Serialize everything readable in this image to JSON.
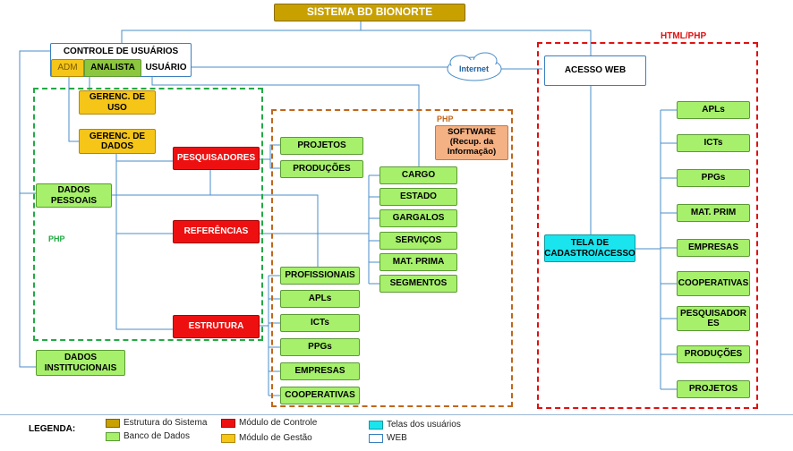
{
  "title": "SISTEMA BD BIONORTE",
  "frame_labels": {
    "php_left": "PHP",
    "php_center": "PHP",
    "html_php": "HTML/PHP"
  },
  "user_control": {
    "title": "CONTROLE DE USUÁRIOS",
    "adm": "ADM",
    "analista": "ANALISTA",
    "usuario": "USUÁRIO"
  },
  "internet": "Internet",
  "web_access": "ACESSO WEB",
  "left": {
    "gerenc_uso": "GERENC. DE USO",
    "gerenc_dados": "GERENC. DE DADOS",
    "dados_pessoais": "DADOS PESSOAIS",
    "dados_institucionais": "DADOS INSTITUCIONAIS"
  },
  "modules": {
    "pesquisadores": "PESQUISADORES",
    "referencias": "REFERÊNCIAS",
    "estrutura": "ESTRUTURA"
  },
  "software": "SOFTWARE (Recup. da Informação)",
  "center_top": [
    "PROJETOS",
    "PRODUÇÕES"
  ],
  "center_mid": [
    "CARGO",
    "ESTADO",
    "GARGALOS",
    "SERVIÇOS",
    "MAT. PRIMA",
    "SEGMENTOS"
  ],
  "center_bottom": [
    "PROFISSIONAIS",
    "APLs",
    "ICTs",
    "PPGs",
    "EMPRESAS",
    "COOPERATIVAS"
  ],
  "tela_cadastro": "TELA DE CADASTRO/ACESSO",
  "right_list": [
    "APLs",
    "ICTs",
    "PPGs",
    "MAT. PRIM",
    "EMPRESAS",
    "COOPERATIVAS",
    "PESQUISADORES",
    "PRODUÇÕES",
    "PROJETOS"
  ],
  "legend": {
    "title": "LEGENDA:",
    "items": [
      {
        "label": "Estrutura do Sistema",
        "color": "#c8a000"
      },
      {
        "label": "Banco de Dados",
        "color": "#a6f06b"
      },
      {
        "label": "Módulo de Controle",
        "color": "#ee1010"
      },
      {
        "label": "Módulo de Gestão",
        "color": "#f5c518"
      },
      {
        "label": "Telas dos usuários",
        "color": "#1ae5ef"
      },
      {
        "label": "WEB",
        "color": "#ffffff"
      }
    ]
  },
  "colors": {
    "system": "#c8a000",
    "database": "#a6f06b",
    "control": "#ee1010",
    "management": "#f5c518",
    "user_screen": "#1ae5ef",
    "web": "#ffffff",
    "connector": "#4a8cc9",
    "frame_green": "#22aa44",
    "frame_orange": "#c0661c",
    "frame_red": "#e01010"
  }
}
